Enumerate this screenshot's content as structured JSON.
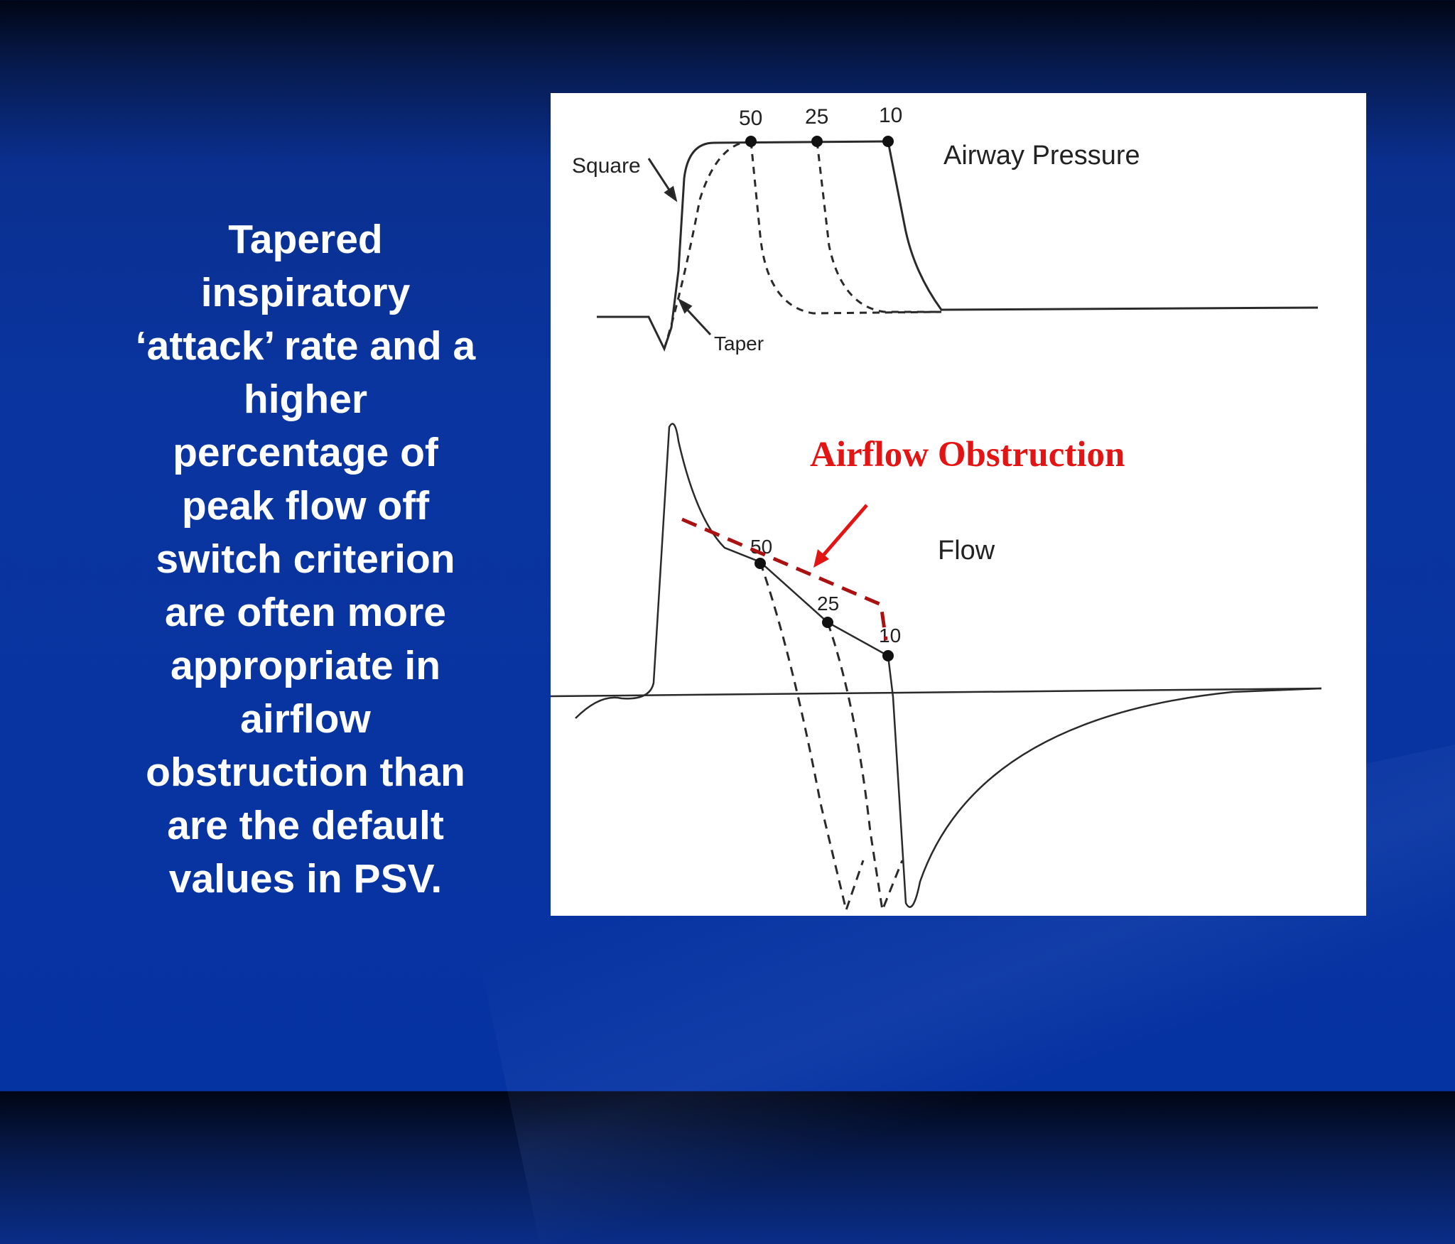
{
  "slide": {
    "body_text": "Tapered\ninspiratory\n‘attack’ rate and a\nhigher\npercentage of\npeak flow off\nswitch criterion\nare often more\nappropriate in\nairflow\nobstruction than\nare the default\nvalues in PSV."
  },
  "figure": {
    "pressure_panel": {
      "title": "Airway Pressure",
      "label_square": "Square",
      "label_taper": "Taper",
      "cycle_points": [
        "50",
        "25",
        "10"
      ]
    },
    "flow_panel": {
      "title": "Flow",
      "cycle_points": [
        "50",
        "25",
        "10"
      ]
    },
    "annotation": {
      "text": "Airflow Obstruction",
      "color": "#e31414",
      "dash_color": "#aa1111"
    }
  }
}
